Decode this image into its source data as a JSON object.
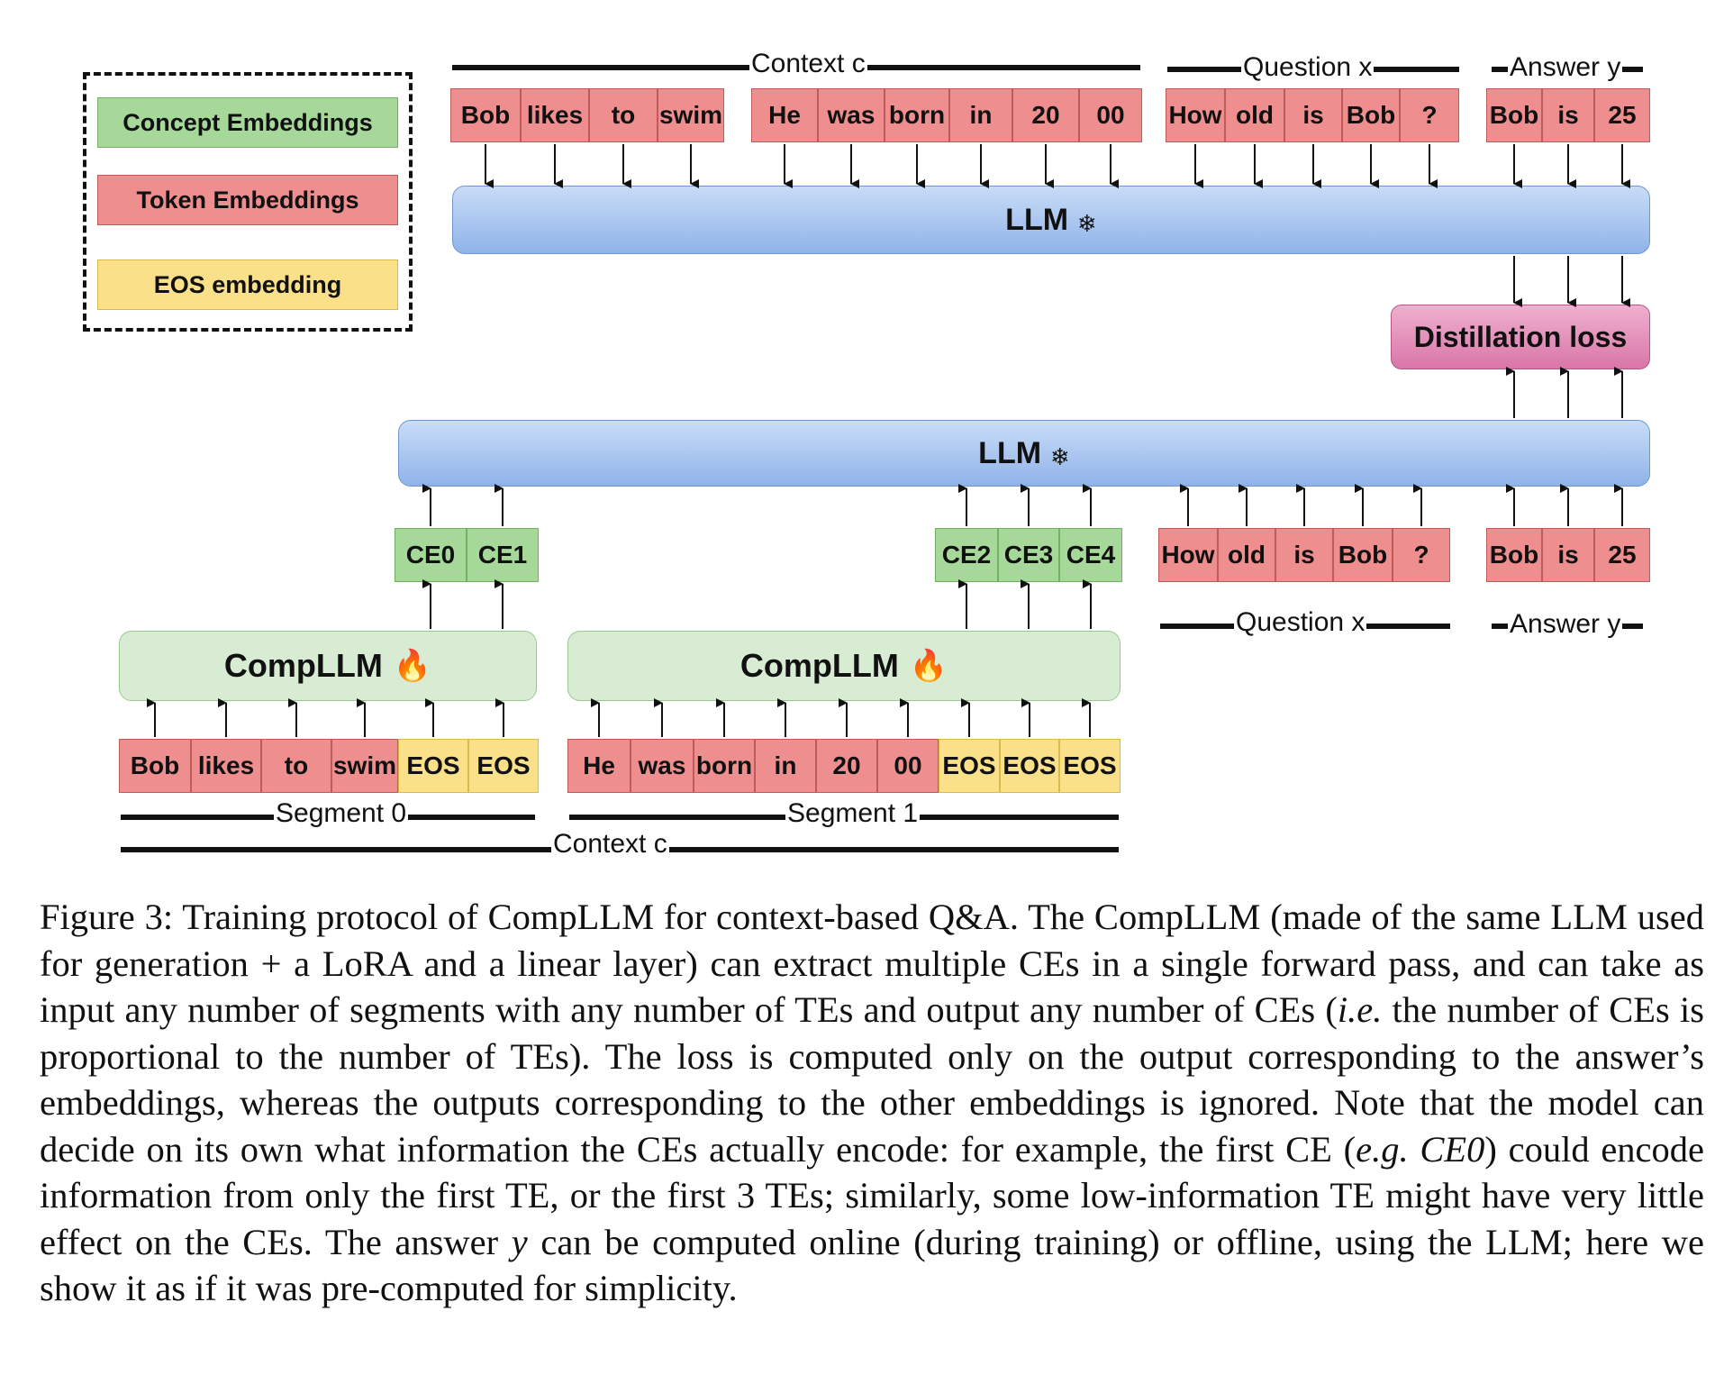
{
  "legend": {
    "concept": "Concept Embeddings",
    "token": "Token Embeddings",
    "eos": "EOS embedding"
  },
  "colors": {
    "token": "#ef8e8e",
    "concept": "#a6d89a",
    "eos": "#fbe08a",
    "llm": "#8fb3e9",
    "complm": "#d8ecd3",
    "distillation": "#d976a8"
  },
  "icons": {
    "frozen": "snowflake-icon",
    "trainable": "fire-icon"
  },
  "top_row": {
    "context_label": "Context c",
    "question_label": "Question x",
    "answer_label": "Answer y",
    "context_tokens": [
      "Bob",
      "likes",
      "to",
      "swim",
      "He",
      "was",
      "born",
      "in",
      "20",
      "00"
    ],
    "question_tokens": [
      "How",
      "old",
      "is",
      "Bob",
      "?"
    ],
    "answer_tokens": [
      "Bob",
      "is",
      "25"
    ]
  },
  "llm_top": {
    "label": "LLM",
    "icon": "❄"
  },
  "distillation": {
    "label": "Distillation loss"
  },
  "llm_bottom": {
    "label": "LLM",
    "icon": "❄"
  },
  "concept_embeddings": {
    "group0": [
      "CE0",
      "CE1"
    ],
    "group1": [
      "CE2",
      "CE3",
      "CE4"
    ]
  },
  "bottom_question": {
    "tokens": [
      "How",
      "old",
      "is",
      "Bob",
      "?"
    ],
    "label": "Question x"
  },
  "bottom_answer": {
    "tokens": [
      "Bob",
      "is",
      "25"
    ],
    "label": "Answer y"
  },
  "complm": {
    "label": "CompLLM",
    "icon": "🔥"
  },
  "segment0": {
    "tokens": [
      "Bob",
      "likes",
      "to",
      "swim"
    ],
    "eos": [
      "EOS",
      "EOS"
    ],
    "label": "Segment 0"
  },
  "segment1": {
    "tokens": [
      "He",
      "was",
      "born",
      "in",
      "20",
      "00"
    ],
    "eos": [
      "EOS",
      "EOS",
      "EOS"
    ],
    "label": "Segment 1"
  },
  "bottom_context_label": "Context c",
  "caption": {
    "p1": "Figure 3: Training protocol of CompLLM for context-based Q&A. The CompLLM (made of the same LLM used for generation + a LoRA and a linear layer) can extract multiple CEs in a single forward pass, and can take as input any number of segments with any number of TEs and output any number of CEs (",
    "ie": "i.e.",
    "p2": " the number of CEs is proportional to the number of TEs). The loss is computed only on the output corresponding to the answer’s embeddings, whereas the outputs corresponding to the other embeddings is ignored.  Note that the model can decide on its own what information the CEs actually encode: for example, the first CE (",
    "eg": "e.g. CE0",
    "p3": ") could encode information from only the first TE, or the first 3 TEs; similarly, some low-information TE might have very little effect on the CEs. The answer ",
    "y": "y",
    "p4": " can be computed online (during training) or offline, using the LLM; here we show it as if it was pre-computed for simplicity."
  }
}
